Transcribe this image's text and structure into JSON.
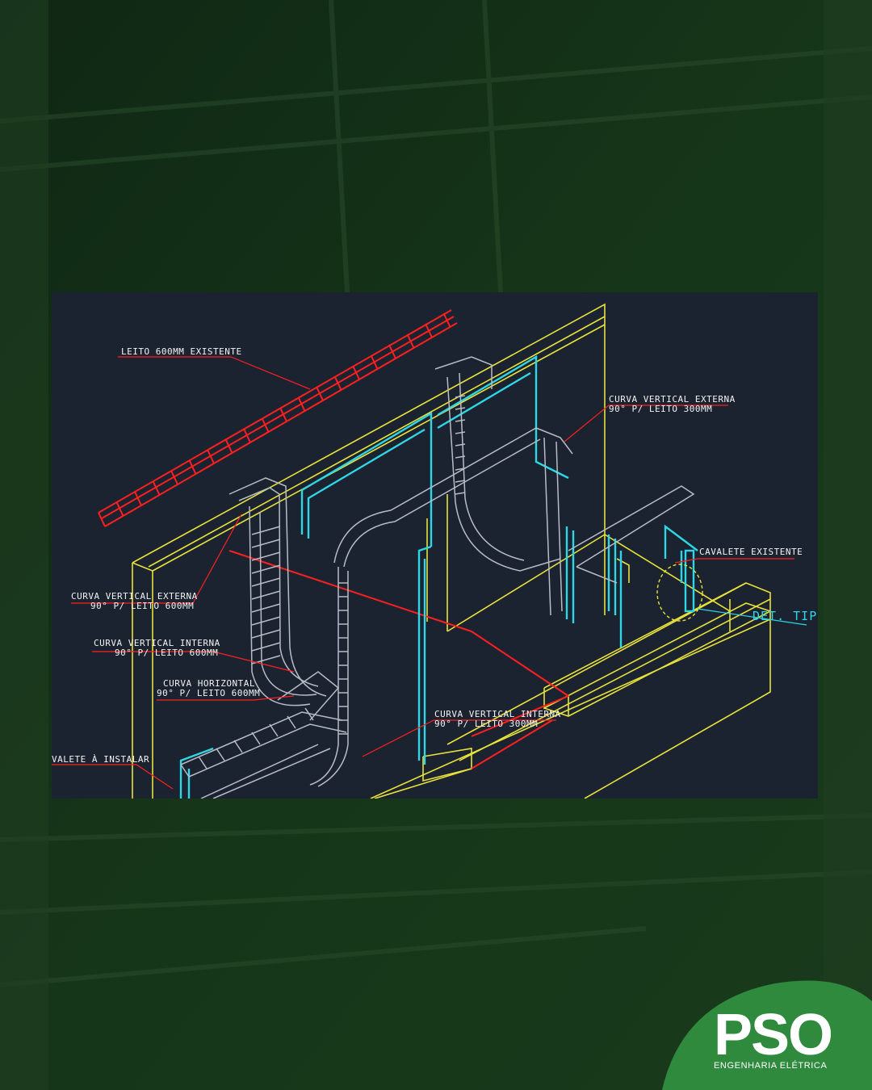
{
  "diagram": {
    "labels": {
      "leito_existente": "LEITO 600MM EXISTENTE",
      "curva_ext_600_l1": "CURVA VERTICAL EXTERNA",
      "curva_ext_600_l2": "90° P/ LEITO 600MM",
      "curva_int_600_l1": "CURVA VERTICAL INTERNA",
      "curva_int_600_l2": "90° P/ LEITO 600MM",
      "curva_hor_l1": "CURVA HORIZONTAL",
      "curva_hor_l2": "90° P/ LEITO 600MM",
      "cavalete_instalar": "VALETE À INSTALAR",
      "curva_ext_300_l1": "CURVA VERTICAL EXTERNA",
      "curva_ext_300_l2": "90° P/ LEITO 300MM",
      "cavalete_existente": "CAVALETE EXISTENTE",
      "curva_int_300_l1": "CURVA VERTICAL INTERNA",
      "curva_int_300_l2": "90° P/ LEITO 300MM",
      "det_tip": "DET. TIP."
    }
  },
  "brand": {
    "logo_word": "PSO",
    "tagline": "ENGENHARIA ELÉTRICA",
    "color": "#2f8a3e"
  },
  "colors": {
    "yellow": "#e8e23a",
    "red": "#ff2020",
    "cyan": "#2fd6e6",
    "gray": "#b8bcc4"
  }
}
